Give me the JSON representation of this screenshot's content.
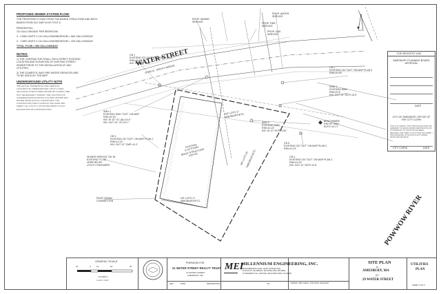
{
  "notes": {
    "sewer_flow": {
      "heading": "PROPOSED SEWER SYSTEM FLOW:",
      "lines": [
        "THE PROPOSED FLOWS FROM THE BASED STRUCTURE AND BATH.",
        "BASED FROM 310 CMR 15.00 TITLE 5.",
        "RESIDENTIAL:",
        "110 GALLONS/DAY PER BEDROOM",
        "3 - 2 BED UNITS X 110 GALLONS/BEDROOM = 660 GALLONS/DAY",
        "3 - 1 BED UNITS X 110 GALLONS/BEDROOM = 330 GALLONS/DAY",
        "TOTAL FLOW = 990 GALLONS/DAY"
      ]
    },
    "notes_block": {
      "heading": "NOTES:",
      "lines": [
        "1) THE CONTRACTOR SHALL FIELD VERIFY EXISTING",
        "   LOCATION AND ELEVATION OF EXISTING STREET",
        "   SEWER PRIOR TO THE INSTALLATION OF ANY",
        "   UTILITIES.",
        "2) THE DOMESTIC AND FIRE WATER SERVICES ARE",
        "   TO BE SIZED BY THE MEP."
      ]
    },
    "underground": {
      "heading": "UNDERGROUND UTILITY NOTE",
      "text": "THE ACTUAL HORIZONTAL AND VERTICAL LOCATION OF UNDERGROUND UTILITY LINES INCLUDING STRUCTURES SHOWN BY SURVEY ARE NOT NECESSARILY KNOWN. THE LOCATION OF UNDERGROUND EXISTING UTILITIES SHOWN MAY DIFFER FROM ACTUAL CONDITIONS. THE CONTRACTOR SHALL CONTACT DIG SAFE AND VERIFY ALL UTILITY LOCATIONS PRIOR TO ANY EXCAVATION OR CONSTRUCTION."
    }
  },
  "plan": {
    "water_street": "WATER STREET",
    "water_street_sub": "(PUBLIC - WIDTH VARIES)",
    "powwow_river": "POWWOW RIVER",
    "building_lines": [
      "EXISTING",
      "3-1/2 STORY",
      "BRICK STRUCTURE",
      "#29-#31"
    ],
    "labels": {
      "prop_water": [
        "PROP. WATER",
        "SERVICE"
      ],
      "prop_sewer": [
        "PROP. SEWER",
        "SERVICE"
      ],
      "prop_fire": [
        "PROP. FIRE",
        "SERVICE"
      ],
      "prop_gas": [
        "PROP. GAS",
        "SERVICE"
      ],
      "cb_1": [
        "CB 1",
        "EXISTING CB \"OUT\" ON MAP PLAN 2",
        "RIM=20.57'",
        "INV. OUT 12\" CMP"
      ],
      "cb_2": [
        "CB 2",
        "EXISTING CB \"OUT\" ON MAP PLAN 2",
        "RIM=20.40'"
      ],
      "smh_1": [
        "SMH 1",
        "EXISTING SMH \"OUT\" ON MAP",
        "RIM=20.15'",
        "INV. IN 10\" VC (N)=10.9'",
        "INV. OUT 10\" VC=10.7'"
      ],
      "smh_2": [
        "SMH 2",
        "EXISTING SMH",
        "RIM=14.22'",
        "INV. IN 12\" RCP=9.52'"
      ],
      "dmh_1": [
        "DMH 1",
        "EXISTING DMH",
        "RIM=20.5'",
        "INV. OUT 24\" RCP=13.5'"
      ],
      "cb_5": [
        "CB 5",
        "EXISTING CB \"OUT\" ON MAP PLAN 2",
        "RIM=14.21'"
      ],
      "benchmark": [
        "BENCHMARK",
        "RIM OF SMH",
        "ELEV=14.17'"
      ],
      "lot_a": [
        "N/F LOTS 17",
        "AMESBURY/ETC."
      ],
      "lot_b": [
        "N/F LOTS 17",
        "AMESBURY/ETC."
      ],
      "lot_c": [
        "N/F LOTS 20",
        "AMESBURY/ETC."
      ],
      "cb_left": [
        "CB 3",
        "EXISTING CB \"OUT\" ON MAP PLAN 2",
        "RIM=14.19'",
        "INV. OUT 12\" CMP=11.2'"
      ],
      "cb_right": [
        "CB 4",
        "EXISTING CB \"OUT\" ON MAP PLAN 2",
        "RIM=14.22'",
        "INV. OUT 12\" RCP=12.5'"
      ],
      "left_note": [
        "SEWER SERVICE TIE-IN",
        "EXISTING TO BE",
        "VERIFIED BY",
        "UTILITY ENGINEER"
      ],
      "lower_left": [
        "ROOF DRAIN",
        "CONNECTION"
      ]
    }
  },
  "registry": {
    "header": "FOR REGISTRY USE",
    "board_title": "AMESBURY PLANNING BOARD APPROVAL",
    "date_label": "DATE",
    "clerk_title": "CITY OF AMESBURY OFFICE OF THE CITY CLERK",
    "clerk_text": "THIS IS TO CERTIFY THAT THE NOTICE FROM THE AMESBURY PLANNING BOARD CERTIFICATION OF ITS APPROVAL OF THIS PLAN HAS BEEN RECEIVED, AND TWENTY DAYS HAVE FOLLOWED. I HAVE RECEIVED NO NOTICE OF ANY APPEAL FROM SAID DECISION.",
    "city_clerk_label": "CITY CLERK",
    "clerk_date_label": "DATE"
  },
  "title_block": {
    "scale_label": "GRAPHIC SCALE",
    "scale_ticks": [
      "20",
      "0",
      "10",
      "20",
      "40"
    ],
    "scale_units": [
      "( IN FEET )",
      "1 inch = 20 ft."
    ],
    "prepared_for_label": "PREPARED FOR",
    "client_name": "21 WATER STREET REALTY TRUST",
    "client_address": [
      "21 WATER STREET",
      "AMESBURY, MA"
    ],
    "firm_logo": "MEI",
    "firm_name": "MILLENNIUM ENGINEERING, INC.",
    "firm_sub": "ENGINEERING AND LAND SURVEYING",
    "firm_addr": [
      "62 ELM ST. SALISBURY, MA 01952  (978) 463-8980",
      "33 RAMPART HILL CENTER, WILLIAMSTOWN, NH 03268"
    ],
    "rev_headers": [
      "REV",
      "DATE",
      "DESCRIPTION",
      "BY"
    ],
    "drawn_label": "DRAWN: JSM   CHECK: SJW   DATE: 06/12/2020",
    "sheet_title": "SITE PLAN",
    "sheet_in": "in",
    "sheet_town": "AMESBURY, MA",
    "sheet_at": "AT",
    "sheet_address": "29 WATER STREET",
    "plan_type_1": "UTILITIES",
    "plan_type_2": "PLAN",
    "sheet_no": "SHEET 3 OF 5"
  }
}
